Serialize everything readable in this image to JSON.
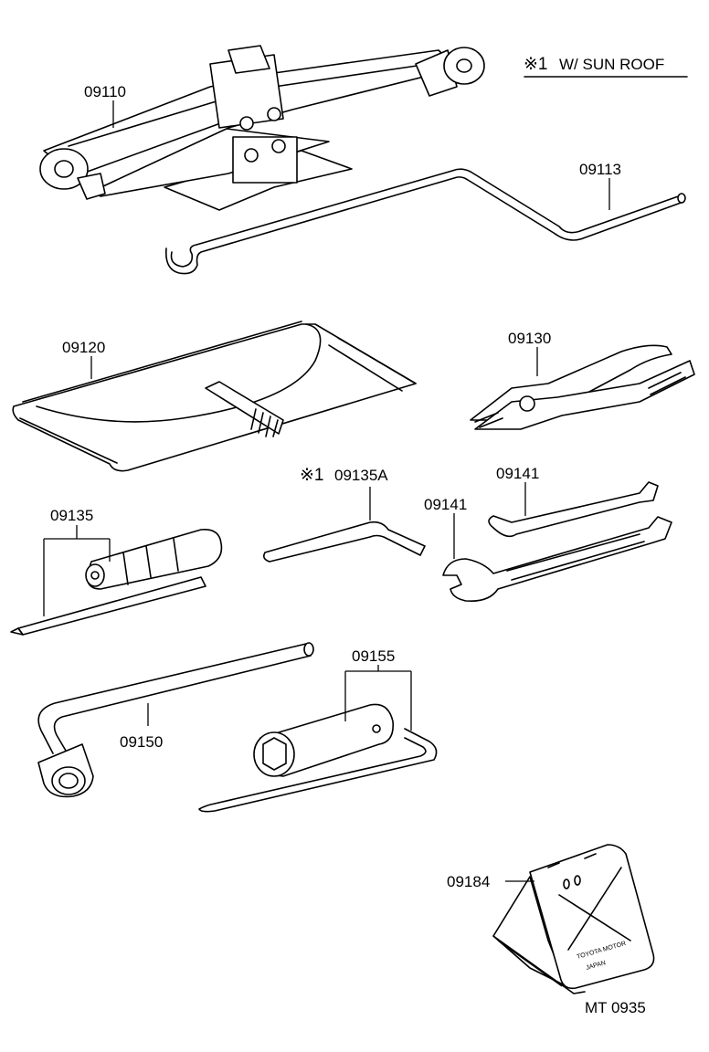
{
  "note": {
    "mark": "※1",
    "text": "W/ SUN ROOF"
  },
  "parts": {
    "jack": "09110",
    "jack_handle": "09113",
    "tool_bag": "09120",
    "pliers": "09130",
    "screwdriver": "09135",
    "sunroof_wrench_mark": "※1",
    "sunroof_wrench": "09135A",
    "wrench_upper": "09141",
    "wrench_lower": "09141",
    "lug_wrench": "09150",
    "plug_wrench": "09155",
    "wheel_chock": "09184"
  },
  "chock_stamp": {
    "line1": "TOYOTA MOTOR",
    "line2": "JAPAN"
  },
  "diagram_code": "MT  0935"
}
